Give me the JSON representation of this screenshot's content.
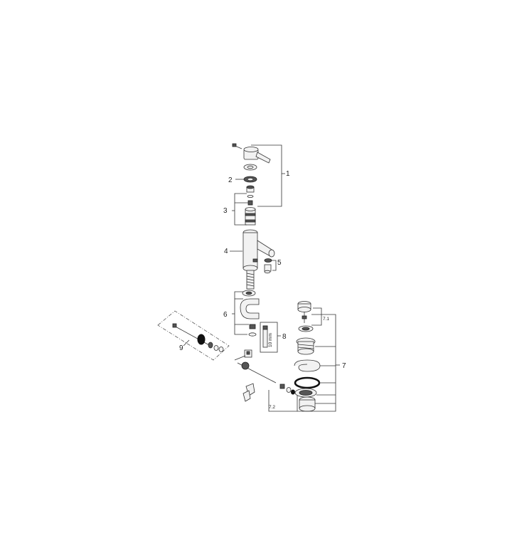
{
  "callouts": {
    "c1": "1",
    "c2": "2",
    "c3": "3",
    "c4": "4",
    "c5": "5",
    "c6": "6",
    "c7": "7",
    "c71": "7.1",
    "c72": "7.2",
    "c8": "8",
    "c9": "9",
    "dim": "10 mm"
  }
}
